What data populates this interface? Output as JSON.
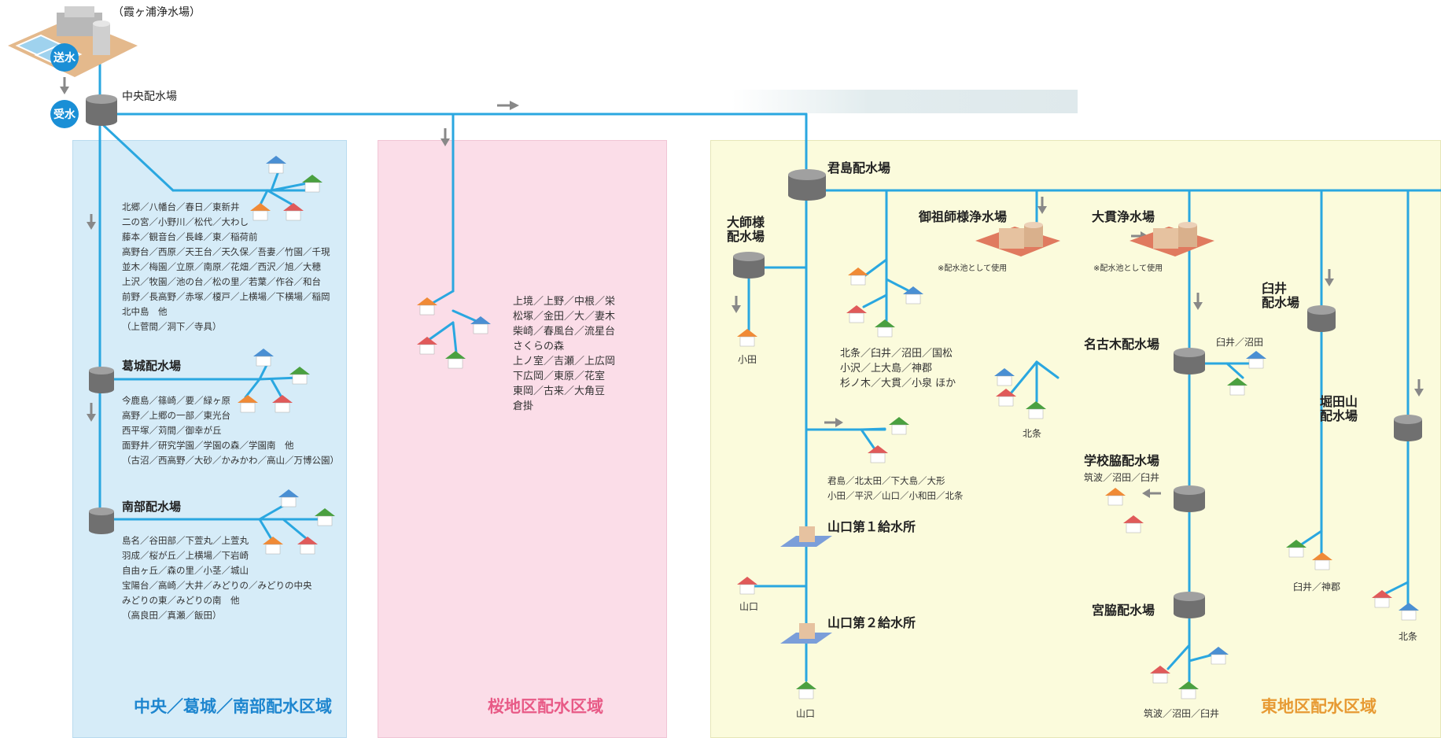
{
  "colors": {
    "pipe": "#2aa7e0",
    "arrow": "#888888",
    "blue_region": "#d6ecf8",
    "pink_region": "#fbdde8",
    "yellow_region": "#fbfbdc",
    "blue_title": "#1e86cf",
    "pink_title": "#e85a86",
    "orange_title": "#e79a33",
    "badge": "#1a8fd6"
  },
  "plant": {
    "label": "（霞ヶ浦浄水場）"
  },
  "badges": {
    "send": "送水",
    "receive": "受水"
  },
  "regions": {
    "chuo": {
      "title": "中央／葛城／南部配水区域"
    },
    "sakura": {
      "title": "桜地区配水区域"
    },
    "higashi": {
      "title": "東地区配水区域"
    }
  },
  "facilities": {
    "chuo": "中央配水場",
    "katsuragi": "葛城配水場",
    "nanbu": "南部配水場",
    "kimijima": "君島配水場",
    "daishisama": "大師様\n配水場",
    "misoshisama": "御祖師様浄水場",
    "onuki": "大貫浄水場",
    "usui": "臼井\n配水場",
    "nagoki": "名古木配水場",
    "horitayama": "堀田山\n配水場",
    "gakkowaki": "学校脇配水場",
    "miyawaki": "宮脇配水場",
    "yamaguchi1": "山口第１給水所",
    "yamaguchi2": "山口第２給水所"
  },
  "notes": {
    "misoshisama": "※配水池として使用",
    "onuki": "※配水池として使用"
  },
  "areas": {
    "chuo": [
      "北郷／八幡台／春日／東新井",
      "二の宮／小野川／松代／大わし",
      "藤本／観音台／長峰／東／稲荷前",
      "高野台／西原／天王台／天久保／吾妻／竹園／千現",
      "並木／梅園／立原／南原／花畑／西沢／旭／大穂",
      "上沢／牧園／池の台／松の里／若葉／作谷／和台",
      "前野／長高野／赤塚／榎戸／上横場／下横場／稲岡",
      "北中島　他",
      "（上菅間／洞下／寺具）"
    ],
    "katsuragi": [
      "今鹿島／篠崎／要／緑ヶ原",
      "高野／上郷の一部／東光台",
      "西平塚／苅間／御幸が丘",
      "面野井／研究学園／学園の森／学園南　他",
      "（古沼／西高野／大砂／かみかわ／高山／万博公園）"
    ],
    "nanbu": [
      "島名／谷田部／下萱丸／上萱丸",
      "羽成／桜が丘／上横場／下岩崎",
      "自由ヶ丘／森の里／小茎／城山",
      "宝陽台／高崎／大井／みどりの／みどりの中央",
      "みどりの東／みどりの南　他",
      "（高良田／真瀬／飯田）"
    ],
    "sakura": [
      "上境／上野／中根／栄",
      "松塚／金田／大／妻木",
      "柴崎／春風台／流星台",
      "さくらの森",
      "上ノ室／吉瀬／上広岡",
      "下広岡／東原／花室",
      "東岡／古来／大角豆",
      "倉掛"
    ],
    "misoshisama": [
      "北条／臼井／沼田／国松",
      "小沢／上大島／神郡",
      "杉ノ木／大貫／小泉 ほか"
    ],
    "kimijima": [
      "君島／北太田／下大島／大形",
      "小田／平沢／山口／小和田／北条"
    ]
  },
  "places": {
    "oda": "小田",
    "hojo1": "北条",
    "usui_numata": "臼井／沼田",
    "tsukuba_numata_usui_1": "筑波／沼田／臼井",
    "yamaguchi_a": "山口",
    "yamaguchi_b": "山口",
    "usui_kamigori": "臼井／神郡",
    "hojo2": "北条",
    "tsukuba_numata_usui_2": "筑波／沼田／臼井"
  }
}
